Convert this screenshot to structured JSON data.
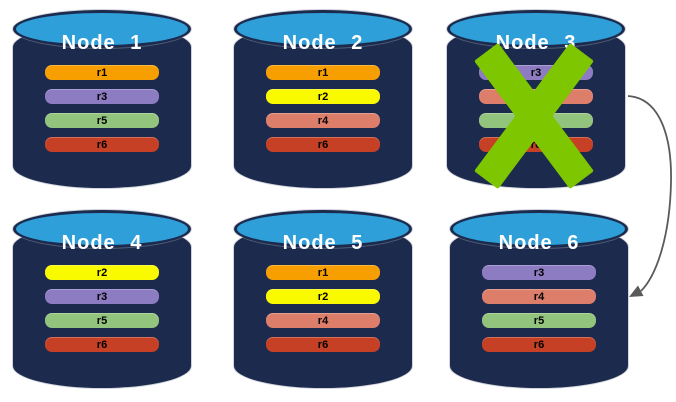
{
  "colors": {
    "background": "#ffffff",
    "cylinder_body": "#1B2A4D",
    "cylinder_top": "#2E9FD8",
    "title_text": "#ffffff",
    "row_text": "#000000"
  },
  "replica_colors": {
    "r1": "#F79F00",
    "r2": "#F9F900",
    "r3": "#8E7CC3",
    "r4": "#DD7E6B",
    "r5": "#93C47D",
    "r6": "#C54024"
  },
  "nodes": [
    {
      "title": "Node 1",
      "replicas": [
        "r1",
        "r3",
        "r5",
        "r6"
      ],
      "failed": false
    },
    {
      "title": "Node 2",
      "replicas": [
        "r1",
        "r2",
        "r4",
        "r6"
      ],
      "failed": false
    },
    {
      "title": "Node 3",
      "replicas": [
        "r3",
        "r4",
        "r5",
        "r6"
      ],
      "failed": true
    },
    {
      "title": "Node 4",
      "replicas": [
        "r2",
        "r3",
        "r5",
        "r6"
      ],
      "failed": false
    },
    {
      "title": "Node 5",
      "replicas": [
        "r1",
        "r2",
        "r4",
        "r6"
      ],
      "failed": false
    },
    {
      "title": "Node 6",
      "replicas": [
        "r3",
        "r4",
        "r5",
        "r6"
      ],
      "failed": false
    }
  ],
  "failure_mark": {
    "node": "Node 3",
    "color": "#7EC700"
  },
  "arrow": {
    "from_node": "Node 3",
    "to_node": "Node 6",
    "color": "#5A5A5A"
  }
}
